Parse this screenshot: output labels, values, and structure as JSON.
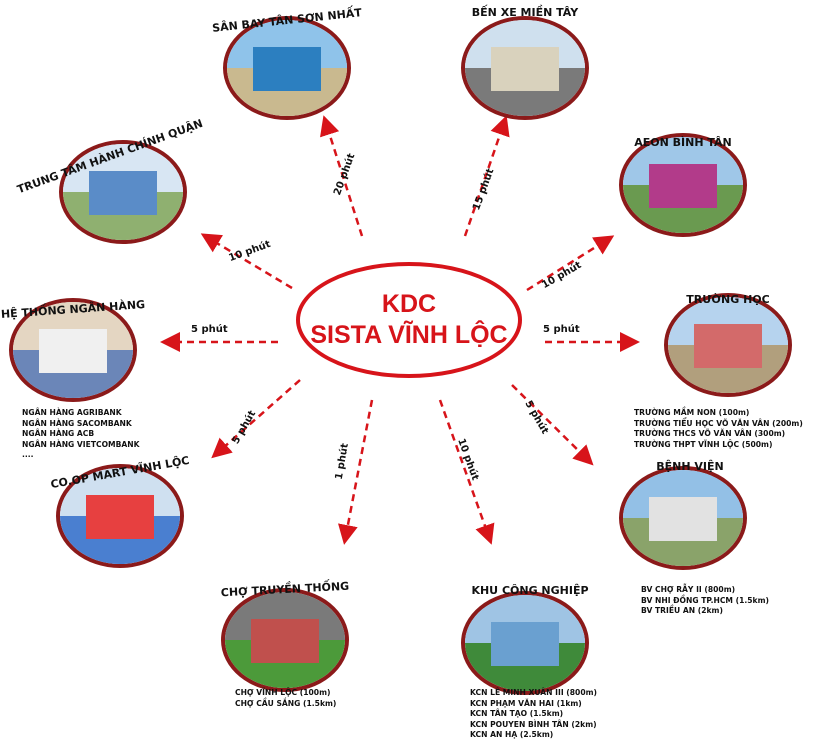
{
  "center": {
    "line1": "KDC",
    "line2": "SISTA VĨNH LỘC"
  },
  "colors": {
    "accent": "#d7141a",
    "frame": "#8b1a1a"
  },
  "nodes": [
    {
      "id": "san-bay",
      "title": "SÂN BAY TÂN SƠN NHẤT",
      "time": "20 phút",
      "items": []
    },
    {
      "id": "ben-xe",
      "title": "BẾN XE MIỀN TÂY",
      "time": "15 phút",
      "items": []
    },
    {
      "id": "trung-tam-hanh-chinh",
      "title": "TRUNG TÂM HÀNH CHÍNH QUẬN",
      "time": "10 phút",
      "items": []
    },
    {
      "id": "aeon",
      "title": "AEON BÌNH TÂN",
      "time": "10 phút",
      "items": []
    },
    {
      "id": "ngan-hang",
      "title": "HỆ THỐNG NGÂN HÀNG",
      "time": "5 phút",
      "items": [
        "NGÂN HÀNG AGRIBANK",
        "NGÂN HÀNG SACOMBANK",
        "NGÂN HÀNG ACB",
        "NGÂN HÀNG VIETCOMBANK",
        "...."
      ]
    },
    {
      "id": "truong-hoc",
      "title": "TRƯỜNG HỌC",
      "time": "5 phút",
      "items": [
        "TRƯỜNG MẦM NON (100m)",
        "TRƯỜNG TIỂU HỌC VÕ VĂN VÂN (200m)",
        "TRƯỜNG THCS VÕ VĂN VÂN (300m)",
        "TRƯỜNG THPT VĨNH LỘC (500m)"
      ]
    },
    {
      "id": "coop-mart",
      "title": "CO.OP MART VĨNH LỘC",
      "time": "5 phút",
      "items": []
    },
    {
      "id": "benh-vien",
      "title": "BỆNH VIỆN",
      "time": "5 phút",
      "items": [
        "BV CHỢ RẪY II (800m)",
        "BV NHI ĐỒNG TP.HCM (1.5km)",
        "BV TRIỀU AN (2km)"
      ]
    },
    {
      "id": "cho",
      "title": "CHỢ TRUYỀN THỐNG",
      "time": "1 phút",
      "items": [
        "CHỢ VĨNH LỘC (100m)",
        "CHỢ CẦU SẮNG (1.5km)"
      ]
    },
    {
      "id": "khu-cong-nghiep",
      "title": "KHU CÔNG NGHIỆP",
      "time": "10 phút",
      "items": [
        "KCN LÊ MINH XUÂN III (800m)",
        "KCN PHẠM VĂN HAI (1km)",
        "KCN TÂN TẠO (1.5km)",
        "KCN POUYEN BÌNH TÂN (2km)",
        "KCN AN HẠ (2.5km)"
      ]
    }
  ]
}
